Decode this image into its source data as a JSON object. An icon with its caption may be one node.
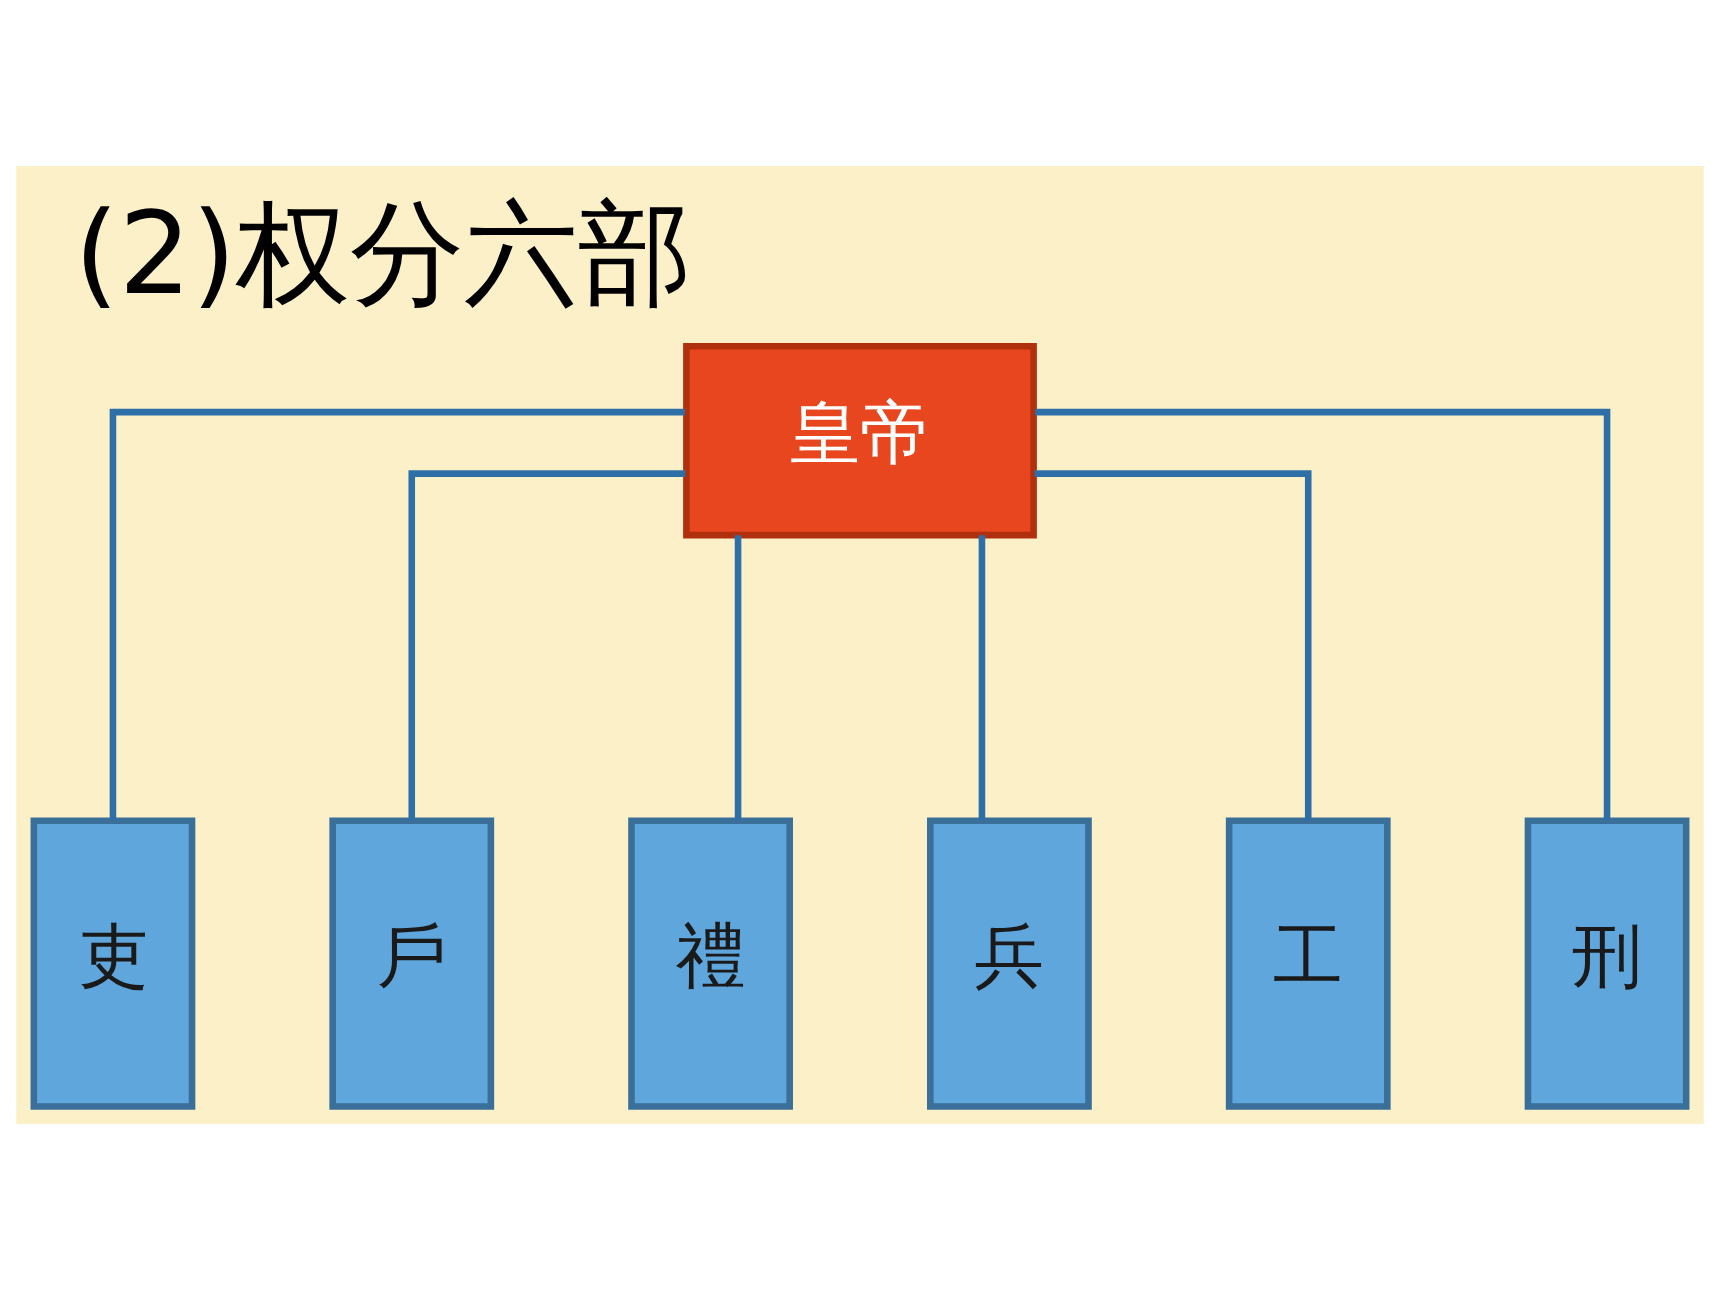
{
  "diagram": {
    "title": "(2)权分六部",
    "nodes": [
      {
        "text": [
          "皇帝"
        ]
      },
      {
        "text": [
          "吏"
        ]
      },
      {
        "text": [
          "戶"
        ]
      },
      {
        "text": [
          "禮"
        ]
      },
      {
        "text": [
          "兵"
        ]
      },
      {
        "text": [
          "工"
        ]
      },
      {
        "text": [
          "刑"
        ]
      }
    ],
    "edges": [
      {
        "from": 0,
        "to": 1,
        "arrow": "none"
      },
      {
        "from": 0,
        "to": 2,
        "arrow": "none"
      },
      {
        "from": 0,
        "to": 3,
        "arrow": "none"
      },
      {
        "from": 0,
        "to": 4,
        "arrow": "none"
      },
      {
        "from": 0,
        "to": 5,
        "arrow": "none"
      },
      {
        "from": 0,
        "to": 6,
        "arrow": "none"
      }
    ]
  }
}
